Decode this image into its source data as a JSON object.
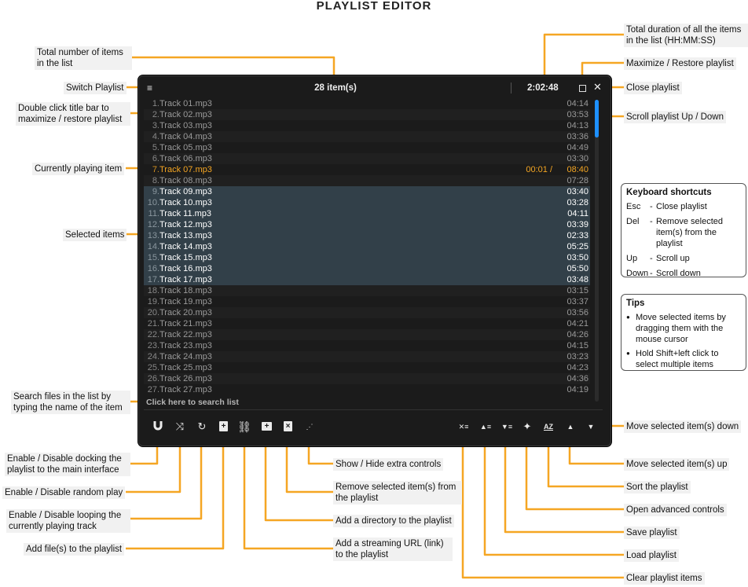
{
  "title": "PLAYLIST EDITOR",
  "player": {
    "menu_icon": "≡",
    "item_count": "28 item(s)",
    "total_duration": "2:02:48",
    "close_icon": "✕",
    "search_placeholder": "Click here to search list",
    "tracks": [
      {
        "idx": "1.",
        "name": "Track 01.mp3",
        "dur": "04:14",
        "state": "normal"
      },
      {
        "idx": "2.",
        "name": "Track 02.mp3",
        "dur": "03:53",
        "state": "normal"
      },
      {
        "idx": "3.",
        "name": "Track 03.mp3",
        "dur": "04:13",
        "state": "normal"
      },
      {
        "idx": "4.",
        "name": "Track 04.mp3",
        "dur": "03:36",
        "state": "normal"
      },
      {
        "idx": "5.",
        "name": "Track 05.mp3",
        "dur": "04:49",
        "state": "normal"
      },
      {
        "idx": "6.",
        "name": "Track 06.mp3",
        "dur": "03:30",
        "state": "normal"
      },
      {
        "idx": "7.",
        "name": "Track 07.mp3",
        "dur": "08:40",
        "elapsed": "00:01 /",
        "state": "playing"
      },
      {
        "idx": "8.",
        "name": "Track 08.mp3",
        "dur": "07:28",
        "state": "normal"
      },
      {
        "idx": "9.",
        "name": "Track 09.mp3",
        "dur": "03:40",
        "state": "selected"
      },
      {
        "idx": "10.",
        "name": "Track 10.mp3",
        "dur": "03:28",
        "state": "selected"
      },
      {
        "idx": "11.",
        "name": "Track 11.mp3",
        "dur": "04:11",
        "state": "selected"
      },
      {
        "idx": "12.",
        "name": "Track 12.mp3",
        "dur": "03:39",
        "state": "selected"
      },
      {
        "idx": "13.",
        "name": "Track 13.mp3",
        "dur": "02:33",
        "state": "selected"
      },
      {
        "idx": "14.",
        "name": "Track 14.mp3",
        "dur": "05:25",
        "state": "selected"
      },
      {
        "idx": "15.",
        "name": "Track 15.mp3",
        "dur": "03:50",
        "state": "selected"
      },
      {
        "idx": "16.",
        "name": "Track 16.mp3",
        "dur": "05:50",
        "state": "selected"
      },
      {
        "idx": "17.",
        "name": "Track 17.mp3",
        "dur": "03:48",
        "state": "selected"
      },
      {
        "idx": "18.",
        "name": "Track 18.mp3",
        "dur": "03:15",
        "state": "normal"
      },
      {
        "idx": "19.",
        "name": "Track 19.mp3",
        "dur": "03:37",
        "state": "normal"
      },
      {
        "idx": "20.",
        "name": "Track 20.mp3",
        "dur": "03:56",
        "state": "normal"
      },
      {
        "idx": "21.",
        "name": "Track 21.mp3",
        "dur": "04:21",
        "state": "normal"
      },
      {
        "idx": "22.",
        "name": "Track 22.mp3",
        "dur": "04:26",
        "state": "normal"
      },
      {
        "idx": "23.",
        "name": "Track 23.mp3",
        "dur": "04:15",
        "state": "normal"
      },
      {
        "idx": "24.",
        "name": "Track 24.mp3",
        "dur": "03:23",
        "state": "normal"
      },
      {
        "idx": "25.",
        "name": "Track 25.mp3",
        "dur": "04:23",
        "state": "normal"
      },
      {
        "idx": "26.",
        "name": "Track 26.mp3",
        "dur": "04:36",
        "state": "normal"
      },
      {
        "idx": "27.",
        "name": "Track 27.mp3",
        "dur": "04:19",
        "state": "normal"
      }
    ],
    "controls": {
      "docking": "magnet-icon",
      "random": "shuffle-icon",
      "loop": "repeat-icon",
      "add_file": "add-file-icon",
      "add_url": "link-icon",
      "add_dir": "add-folder-icon",
      "remove": "remove-file-icon",
      "extra": "more-icon",
      "clear": "clear-list-icon",
      "load": "load-icon",
      "save": "save-icon",
      "advanced": "wand-icon",
      "sort": "sort-icon",
      "move_up": "arrow-up-icon",
      "move_down": "arrow-down-icon"
    },
    "accent_color": "#f5a623",
    "selection_color": "#324049",
    "scroll_color": "#1e90ff"
  },
  "callouts": {
    "total_items": "Total number of items in the list",
    "switch_playlist": "Switch Playlist",
    "double_click": "Double click title bar to maximize / restore playlist",
    "current_item": "Currently playing item",
    "selected_items": "Selected items",
    "search_files": "Search files in the list by typing the name of the item",
    "total_duration": "Total duration of all the items in the list (HH:MM:SS)",
    "maximize": "Maximize / Restore playlist",
    "close": "Close playlist",
    "scroll": "Scroll playlist Up / Down",
    "move_down": "Move selected item(s) down",
    "docking": "Enable / Disable docking the playlist to the main interface",
    "random": "Enable / Disable random play",
    "looping": "Enable / Disable looping the currently playing track",
    "add_files": "Add file(s) to the playlist",
    "add_stream": "Add a streaming URL (link) to the playlist",
    "add_dir": "Add a directory to the playlist",
    "remove": "Remove selected item(s) from the playlist",
    "extra": "Show / Hide extra controls",
    "move_up": "Move selected item(s) up",
    "sort": "Sort the playlist",
    "advanced": "Open advanced controls",
    "save": "Save playlist",
    "load": "Load playlist",
    "clear": "Clear playlist items"
  },
  "shortcuts": {
    "heading": "Keyboard shortcuts",
    "items": [
      {
        "key": "Esc",
        "desc": "Close playlist"
      },
      {
        "key": "Del",
        "desc": "Remove selected item(s) from the playlist"
      },
      {
        "key": "Up",
        "desc": "Scroll up"
      },
      {
        "key": "Down",
        "desc": "Scroll down"
      }
    ]
  },
  "tips": {
    "heading": "Tips",
    "items": [
      "Move selected items by dragging them with the mouse cursor",
      "Hold Shift+left click to select multiple items"
    ]
  }
}
